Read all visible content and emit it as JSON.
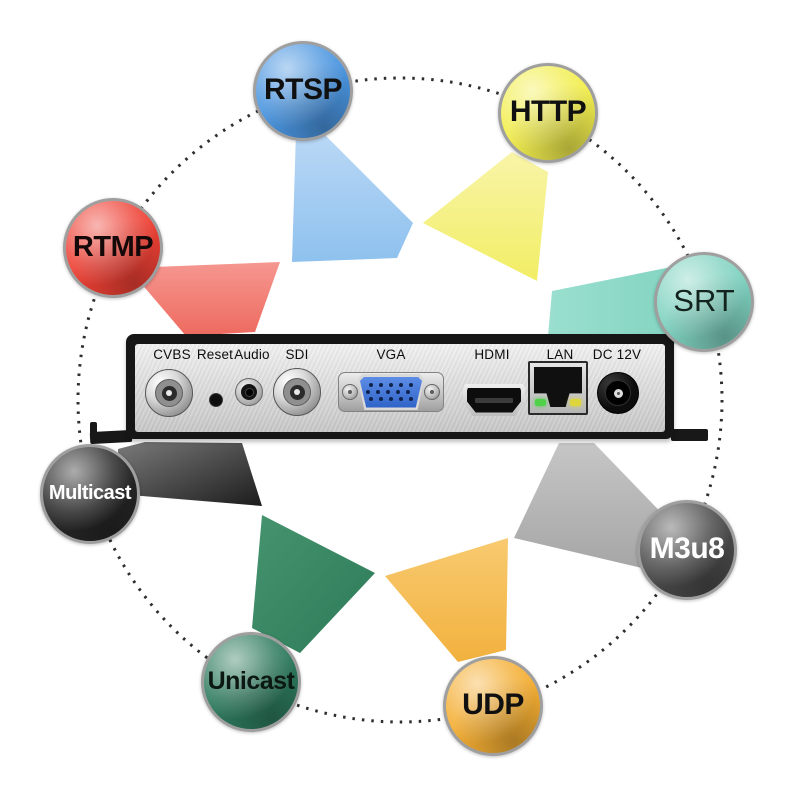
{
  "protocols": [
    {
      "label": "RTSP",
      "color": "#4a95e0",
      "text_color": "#101010"
    },
    {
      "label": "HTTP",
      "color": "#f2ee4f",
      "text_color": "#101010"
    },
    {
      "label": "SRT",
      "color": "#7fd2c0",
      "text_color": "#13231e"
    },
    {
      "label": "M3u8",
      "color": "#4a4a4a",
      "text_color": "#ffffff"
    },
    {
      "label": "UDP",
      "color": "#f4ae33",
      "text_color": "#101010"
    },
    {
      "label": "Unicast",
      "color": "#2d7a5e",
      "text_color": "#0c1813"
    },
    {
      "label": "Multicast",
      "color": "#262626",
      "text_color": "#ffffff"
    },
    {
      "label": "RTMP",
      "color": "#ee4034",
      "text_color": "#140808"
    }
  ],
  "device": {
    "port_labels": [
      "CVBS",
      "Reset",
      "Audio",
      "SDI",
      "VGA",
      "HDMI",
      "LAN",
      "DC 12V"
    ],
    "port_types": [
      "bnc-connector",
      "reset-pinhole",
      "audio-3.5mm-jack",
      "bnc-connector",
      "vga-d-sub-15",
      "hdmi-port",
      "rj45-ethernet",
      "dc-barrel-jack"
    ],
    "lan_led_colors": {
      "left": "#4fd24a",
      "right": "#ddd53c"
    }
  }
}
